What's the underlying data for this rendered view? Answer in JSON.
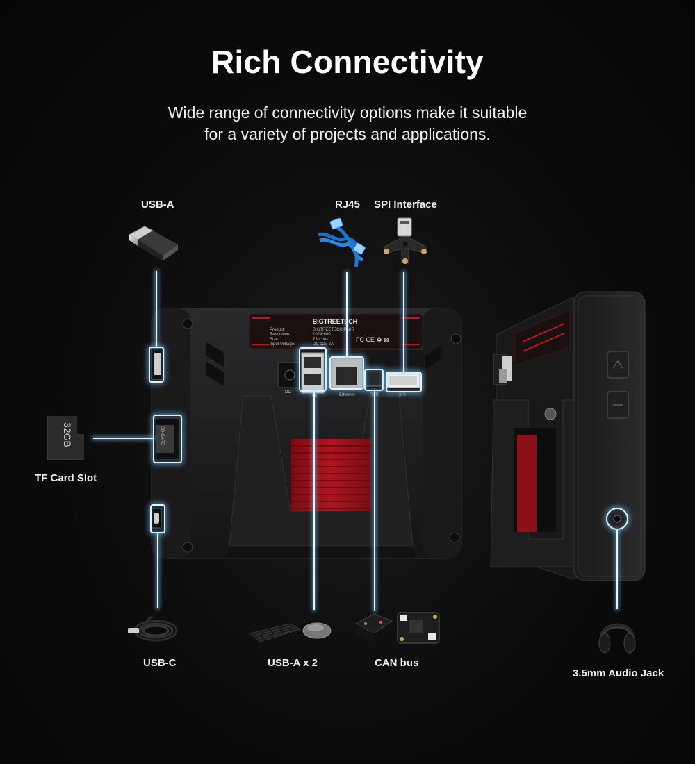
{
  "header": {
    "title": "Rich Connectivity",
    "subtitle_line1": "Wide range of connectivity options make it suitable",
    "subtitle_line2": "for a variety of projects and applications."
  },
  "callouts": {
    "usb_a": "USB-A",
    "rj45": "RJ45",
    "spi": "SPI Interface",
    "tf_card": "TF Card Slot",
    "usb_c": "USB-C",
    "usb_a_x2": "USB-A x 2",
    "can_bus": "CAN bus",
    "audio_jack": "3.5mm Audio Jack"
  },
  "device": {
    "brand": "BIGTREETECH",
    "spec_keys": [
      "Product:",
      "Resolution:",
      "Size:",
      "Input Voltage:"
    ],
    "spec_values": [
      "BIGTREETECH Pad 7",
      "1024*600",
      "7 inches",
      "DC 12V 2A"
    ],
    "cert_marks": "FC CE ♻ ⊠",
    "port_labels": [
      "DC",
      "USB",
      "Ethernet",
      "CAN",
      "SPI"
    ],
    "sd_card_text": "32GB",
    "tf_slot_marking": "SD-CARD"
  },
  "colors": {
    "background": "#0a0a0a",
    "device_body": "#1c1c1e",
    "heatsink": "#a0121c",
    "highlight": "#dff3ff",
    "glow": "#78c8ff"
  }
}
